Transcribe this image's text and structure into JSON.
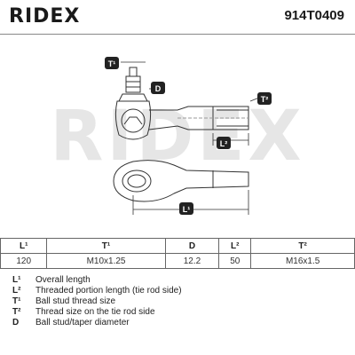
{
  "header": {
    "brand": "RIDEX",
    "part_number": "914T0409"
  },
  "drawing": {
    "watermark": "RIDEX",
    "callouts": {
      "t1": "T¹",
      "d": "D",
      "t2": "T²",
      "l2": "L²",
      "l1": "L¹"
    }
  },
  "specs": {
    "headers": [
      "L¹",
      "T¹",
      "D",
      "L²",
      "T²"
    ],
    "values": [
      "120",
      "M10x1.25",
      "12.2",
      "50",
      "M16x1.5"
    ]
  },
  "legend": [
    {
      "code": "L¹",
      "desc": "Overall length"
    },
    {
      "code": "L²",
      "desc": "Threaded portion length (tie rod side)"
    },
    {
      "code": "T¹",
      "desc": "Ball stud thread size"
    },
    {
      "code": "T²",
      "desc": "Thread size on the tie rod side"
    },
    {
      "code": "D",
      "desc": "Ball stud/taper diameter"
    }
  ]
}
